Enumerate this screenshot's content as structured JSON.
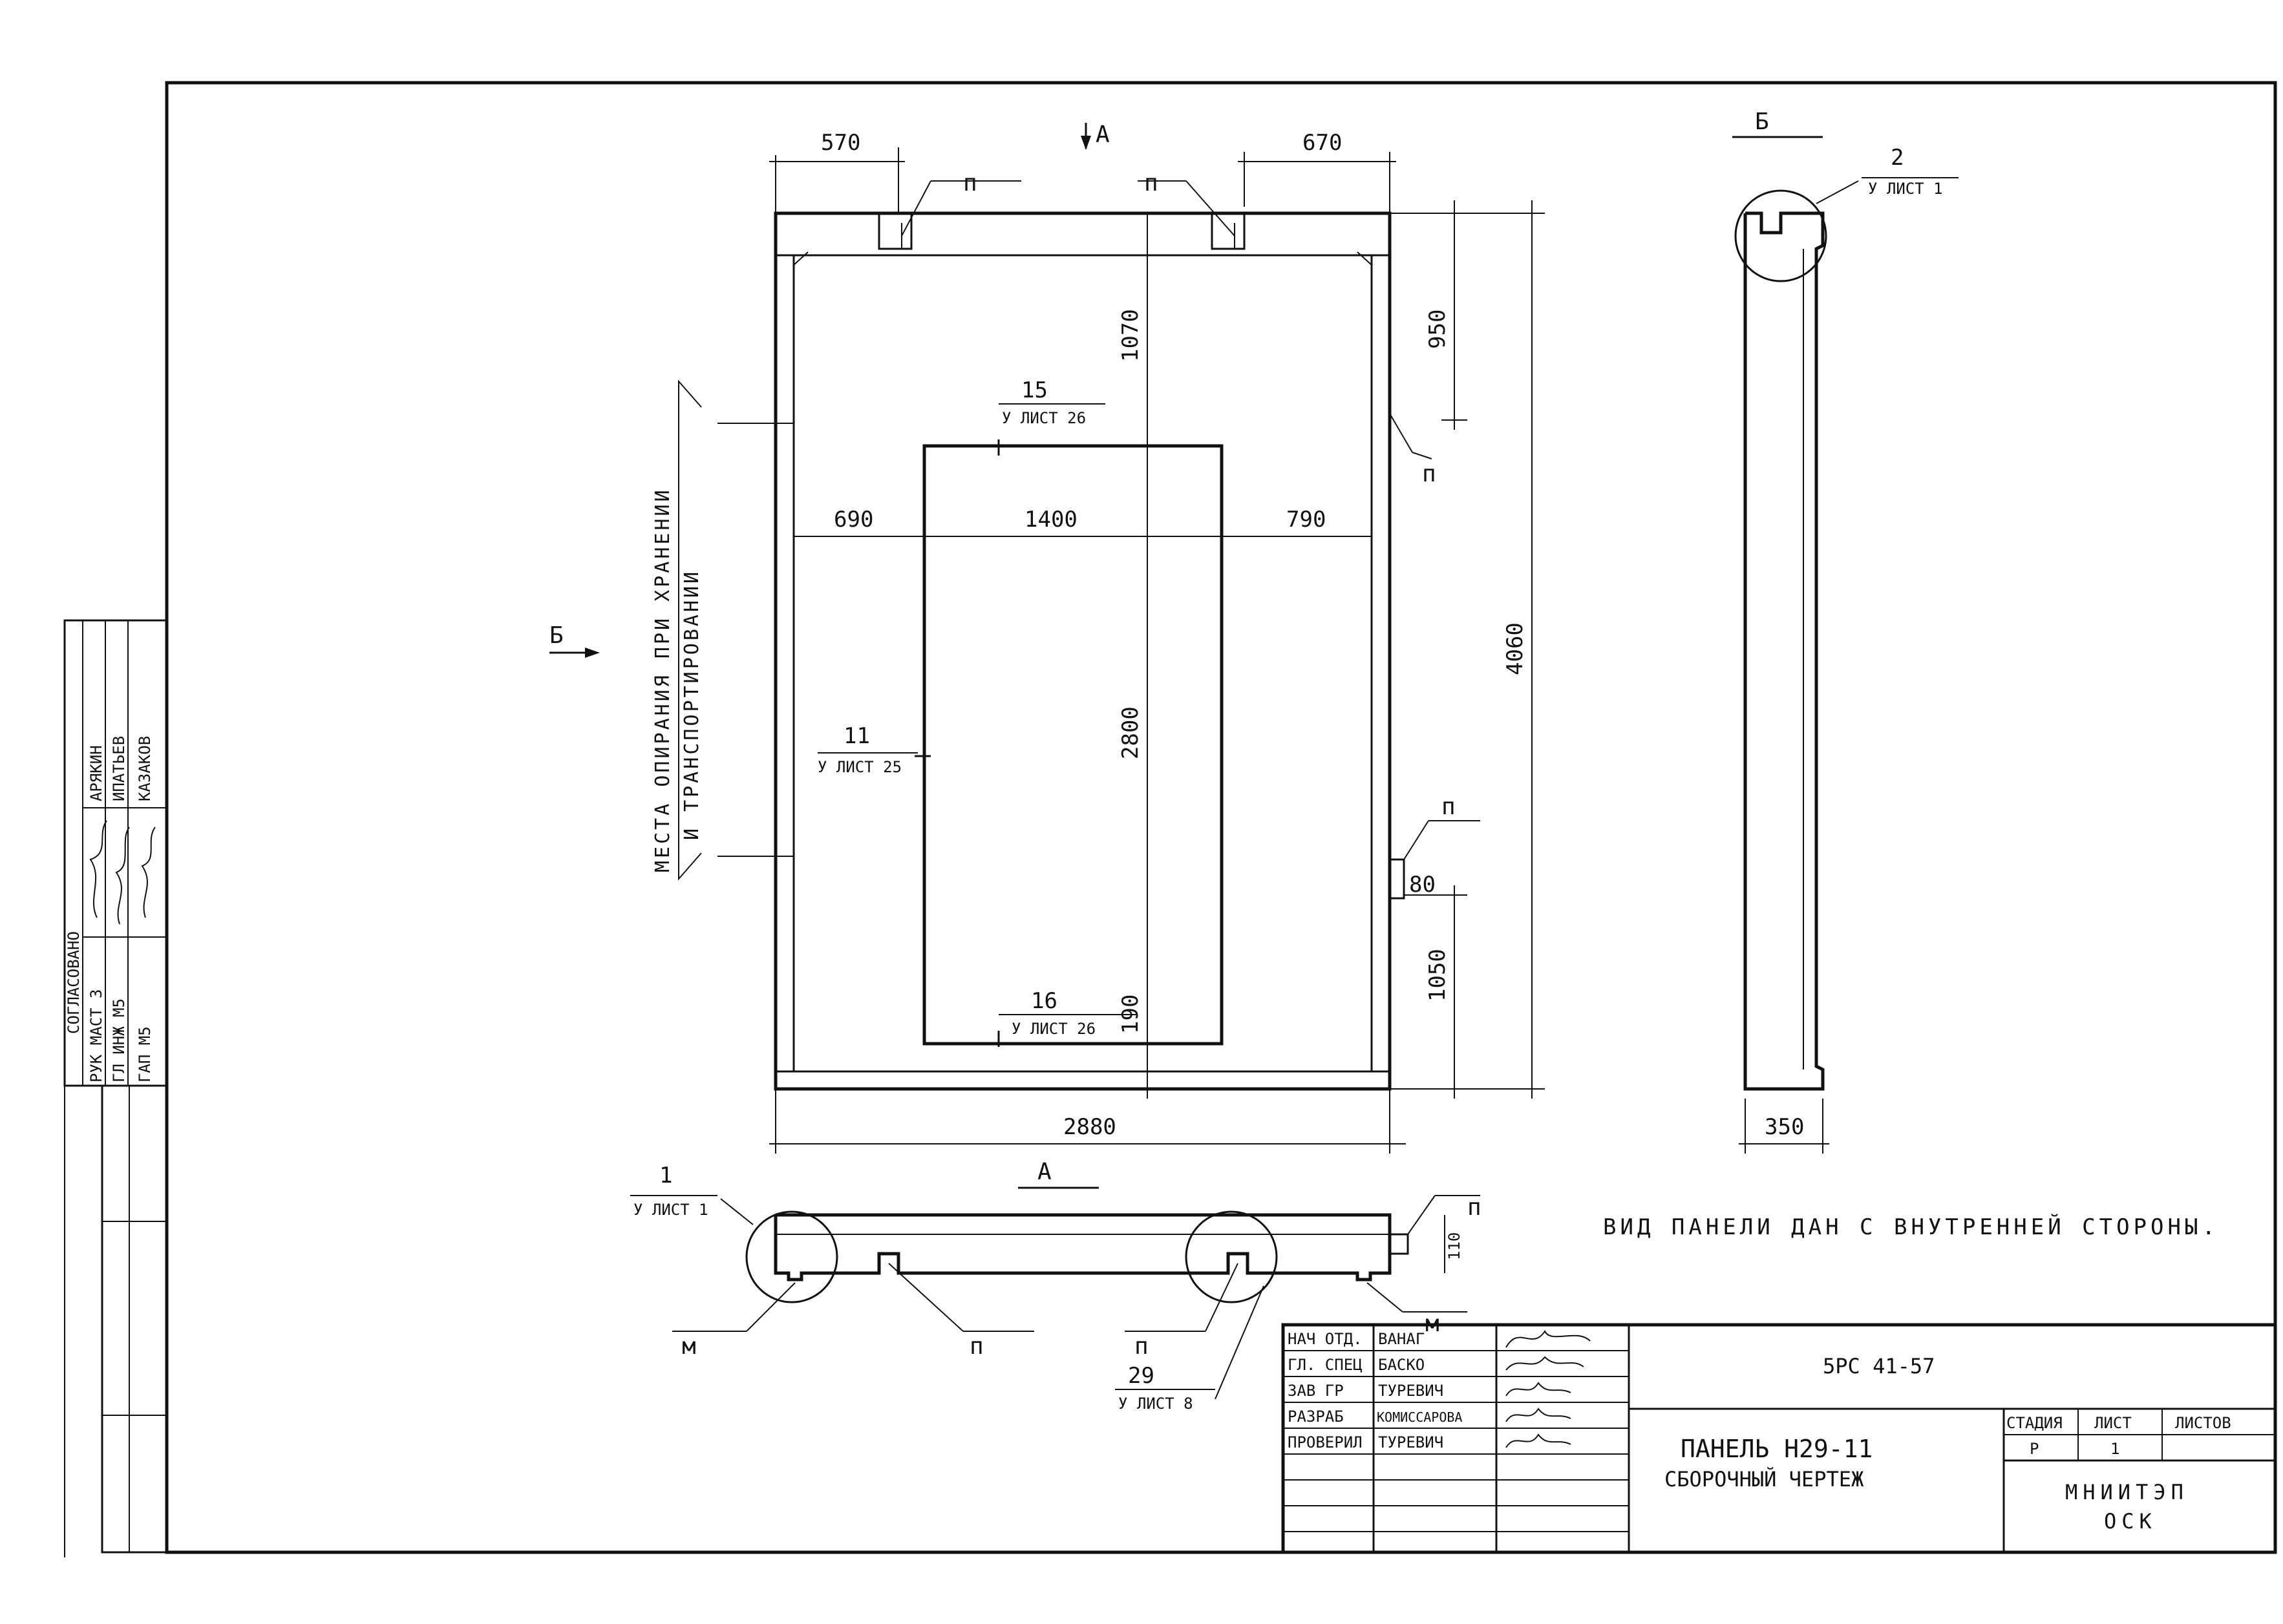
{
  "dimensions": {
    "d570": "570",
    "d670": "670",
    "d1070": "1070",
    "d950": "950",
    "d690": "690",
    "d1400": "1400",
    "d790": "790",
    "d2800": "2800",
    "d4060": "4060",
    "d80": "80",
    "d1050": "1050",
    "d190": "190",
    "d2880": "2880",
    "d350": "350",
    "d110": "110"
  },
  "markers": {
    "p": "п",
    "m": "м",
    "a": "А",
    "b": "Б"
  },
  "refs": {
    "r15": {
      "num": "15",
      "sheet": "У ЛИСТ 26"
    },
    "r11": {
      "num": "11",
      "sheet": "У ЛИСТ 25"
    },
    "r16": {
      "num": "16",
      "sheet": "У ЛИСТ 26"
    },
    "r2": {
      "num": "2",
      "sheet": "У ЛИСТ 1"
    },
    "r1": {
      "num": "1",
      "sheet": "У ЛИСТ 1"
    },
    "r29": {
      "num": "29",
      "sheet": "У ЛИСТ 8"
    }
  },
  "support_note": {
    "line1": "МЕСТА ОПИРАНИЯ ПРИ ХРАНЕНИИ",
    "line2": "И ТРАНСПОРТИРОВАНИИ"
  },
  "view_note": "ВИД ПАНЕЛИ ДАН С ВНУТРЕННЕЙ СТОРОНЫ.",
  "approval": {
    "header": "СОГЛАСОВАНО",
    "rows": [
      {
        "role": "РУК МАСТ 3",
        "name": "АРЯКИН"
      },
      {
        "role": "ГЛ ИНЖ М5",
        "name": "ИПАТЬЕВ"
      },
      {
        "role": "ГАП М5",
        "name": "КАЗАКОВ"
      }
    ]
  },
  "title_block": {
    "rows": [
      {
        "role": "НАЧ ОТД.",
        "name": "ВАНАГ"
      },
      {
        "role": "ГЛ. СПЕЦ",
        "name": "БАСКО"
      },
      {
        "role": "ЗАВ ГР",
        "name": "ТУРЕВИЧ"
      },
      {
        "role": "РАЗРАБ",
        "name": "КОМИССАРОВА"
      },
      {
        "role": "ПРОВЕРИЛ",
        "name": "ТУРЕВИЧ"
      }
    ],
    "code": "5РС 41-57",
    "title_line1": "ПАНЕЛЬ Н29-11",
    "title_line2": "СБОРОЧНЫЙ ЧЕРТЕЖ",
    "stage_label": "СТАДИЯ",
    "sheet_label": "ЛИСТ",
    "sheets_label": "ЛИСТОВ",
    "stage": "Р",
    "sheet": "1",
    "org_line1": "МНИИТЭП",
    "org_line2": "ОСК"
  }
}
